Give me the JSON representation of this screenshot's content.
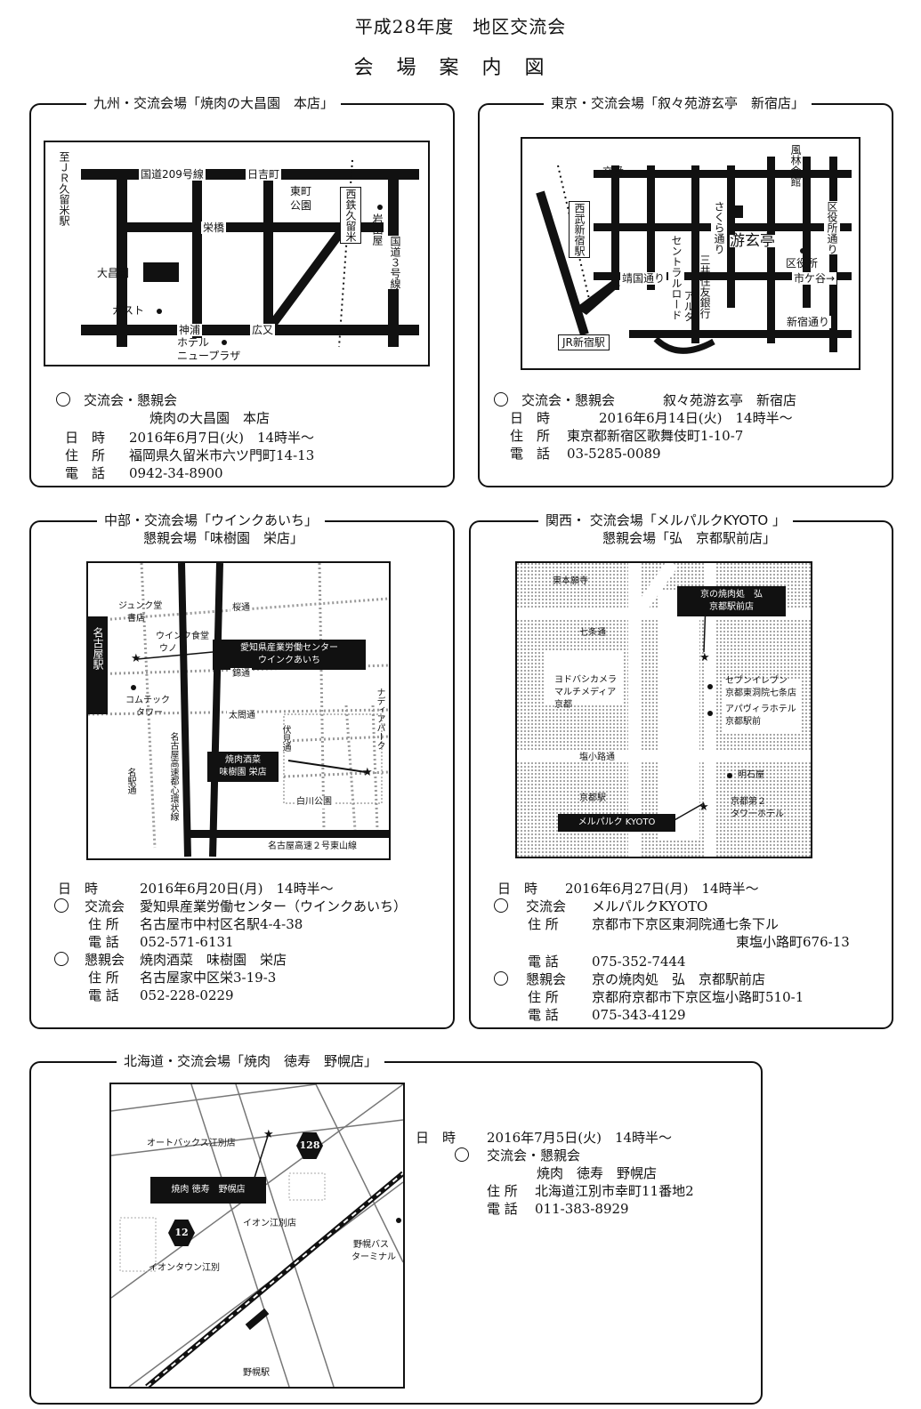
{
  "page": {
    "title_line1": "平成28年度　地区交流会",
    "title_line2": "会場案内図"
  },
  "kyushu": {
    "label": "九州・交流会場「焼肉の大昌園　本店」",
    "map": {
      "station": "至ＪＲ久留米駅",
      "route209": "国道209号線",
      "hiyoshi": "日吉町",
      "higashimachi": "東町",
      "park": "公園",
      "nishitetsu": "西鉄久留米",
      "iwataya": "岩田屋",
      "route3": "国道３号線",
      "sakaebashi": "栄橋",
      "daishoen": "大昌園",
      "gusto": "ガスト",
      "kamiura": "神浦",
      "hiromata": "広又",
      "hotel": "ホテル",
      "newplaza": "ニュープラザ"
    },
    "info": {
      "event_label": "交流会・懇親会",
      "venue": "焼肉の大昌園　本店",
      "date_label": "日　時",
      "date": "2016年6月7日(火)　14時半～",
      "addr_label": "住　所",
      "addr": "福岡県久留米市六ツ門町14-13",
      "tel_label": "電　話",
      "tel": "0942-34-8900"
    }
  },
  "tokyo": {
    "label": "東京・交流会場「叙々苑游玄亭　新宿店」",
    "map": {
      "koban": "交番",
      "seibu": "西武新宿駅",
      "sakura": "さくら通り",
      "yugentei": "游玄亭",
      "kuyakusho": "区役所",
      "kuyakusho_dori": "区役所通り",
      "furin": "風林会館",
      "centralroad": "セントラルロード",
      "sumitomo": "三井住友銀行",
      "alta": "アルタ",
      "yasukuni": "靖国通り",
      "ichigaya": "市ケ谷→",
      "shinjuku_dori": "新宿通り",
      "jr": "JR新宿駅"
    },
    "info": {
      "event_label": "交流会・懇親会",
      "venue": "叙々苑游玄亭　新宿店",
      "date_label": "日　時",
      "date": "2016年6月14日(火)　14時半～",
      "addr_label": "住　所",
      "addr": "東京都新宿区歌舞伎町1-10-7",
      "tel_label": "電　話",
      "tel": "03-5285-0089"
    }
  },
  "chubu": {
    "label1": "中部・交流会場「ウインクあいち」",
    "label2": "懇親会場「味樹園　栄店」",
    "map": {
      "junkudo": "ジュンク堂",
      "shoten": "書店",
      "winkshokudo": "ウインク食堂",
      "uno": "ウノ",
      "sakuradori": "桜通",
      "nishiki": "錦通",
      "hirokoji": "太閤通",
      "meieki": "名古屋駅",
      "cocotec": "コムテック",
      "tower": "タワー",
      "wink1": "愛知県産業労働センター",
      "wink2": "ウインクあいち",
      "fushimi": "伏見通",
      "nadiapark": "ナディアパーク",
      "expressway": "名古屋高速都心環状線",
      "meiekidori": "名駅通",
      "yakiniku1": "焼肉酒菜",
      "yakiniku2": "味樹園 栄店",
      "shirakawa": "白川公園",
      "higashiyama": "名古屋高速２号東山線"
    },
    "info": {
      "date_label": "日　時",
      "date": "2016年6月20日(月)　14時半～",
      "kouryu_label": "交流会",
      "kouryu_venue": "愛知県産業労働センター（ウインクあいち）",
      "addr_label": "住 所",
      "addr1": "名古屋市中村区名駅4-4-38",
      "tel_label": "電 話",
      "tel1": "052-571-6131",
      "konshin_label": "懇親会",
      "konshin_venue": "焼肉酒菜　味樹園　栄店",
      "addr2": "名古屋家中区栄3-19-3",
      "tel2": "052-228-0229"
    }
  },
  "kansai": {
    "label1": "関西・ 交流会場「メルパルクKYOTO 」",
    "label2": "懇親会場「弘　京都駅前店」",
    "map": {
      "higashihonganji": "東本願寺",
      "hiro1": "京の焼肉処　弘",
      "hiro2": "京都駅前店",
      "shichijo": "七条通",
      "yodobashi1": "ヨドバシカメラ",
      "yodobashi2": "マルチメディア",
      "yodobashi3": "京都",
      "seven1": "セブンイレブン",
      "seven2": "京都東洞院七条店",
      "apa1": "アパヴィラホテル",
      "apa2": "京都駅前",
      "shiokoji": "塩小路通",
      "akashiya": "明石屋",
      "kyotoeki": "京都駅",
      "tower1": "京都第２",
      "tower2": "タワーホテル",
      "melparque": "メルパルク KYOTO"
    },
    "info": {
      "date_label": "日　時",
      "date": "2016年6月27日(月)　14時半～",
      "kouryu_label": "交流会",
      "kouryu_venue": "メルパルクKYOTO",
      "addr_label": "住 所",
      "addr1a": "京都市下京区東洞院通七条下ル",
      "addr1b": "東塩小路町676-13",
      "tel_label": "電 話",
      "tel1": "075-352-7444",
      "konshin_label": "懇親会",
      "konshin_venue": "京の焼肉処　弘　京都駅前店",
      "addr2": "京都府京都市下京区塩小路町510-1",
      "tel2": "075-343-4129"
    }
  },
  "hokkaido": {
    "label": "北海道・交流会場「焼肉　徳寿　野幌店」",
    "map": {
      "autobacs": "オートバックス江別店",
      "r128": "128",
      "tokuju": "焼肉 徳寿　野幌店",
      "r12": "12",
      "aeon": "イオン江別店",
      "bus1": "野幌バス",
      "bus2": "ターミナル",
      "aeontown": "イオンタウン江別",
      "nopporo": "野幌駅"
    },
    "info": {
      "date_label": "日　時",
      "date": "2016年7月5日(火)　14時半～",
      "event_label": "交流会・懇親会",
      "venue": "焼肉　徳寿　野幌店",
      "addr_label": "住 所",
      "addr": "北海道江別市幸町11番地2",
      "tel_label": "電 話",
      "tel": "011-383-8929"
    }
  }
}
